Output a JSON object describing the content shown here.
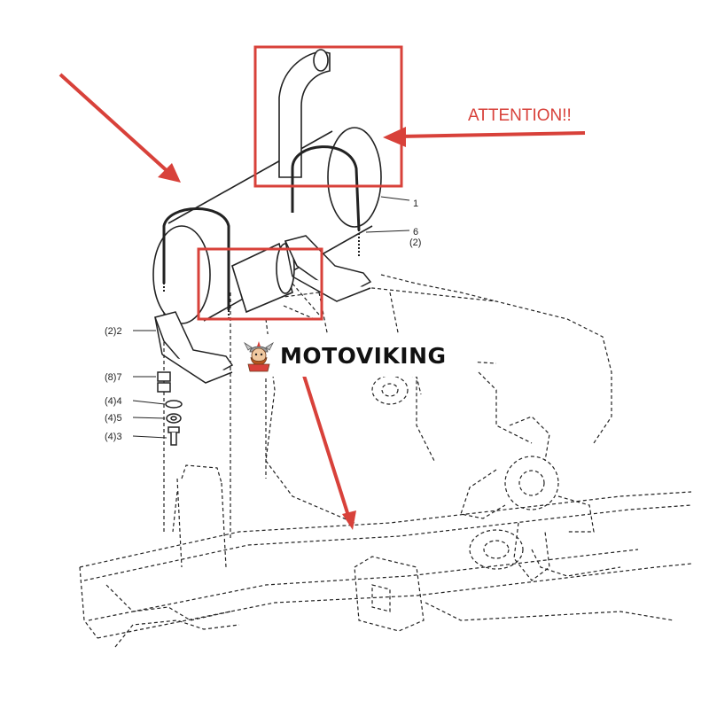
{
  "annotation": {
    "text": "ATTENTION!!",
    "color": "#d8413a"
  },
  "brand": {
    "name": "MOTOVIKING",
    "logo_icon": "viking-mascot-icon"
  },
  "part_labels": [
    {
      "id": "part-1",
      "text": "1"
    },
    {
      "id": "part-6",
      "text": "6"
    },
    {
      "id": "part-6-qty",
      "text": "(2)"
    },
    {
      "id": "part-2",
      "text": "(2)2"
    },
    {
      "id": "part-7",
      "text": "(8)7"
    },
    {
      "id": "part-4",
      "text": "(4)4"
    },
    {
      "id": "part-5",
      "text": "(4)5"
    },
    {
      "id": "part-3",
      "text": "(4)3"
    }
  ],
  "colors": {
    "highlight": "#d8413a",
    "line_art": "#222222",
    "background": "#ffffff"
  }
}
